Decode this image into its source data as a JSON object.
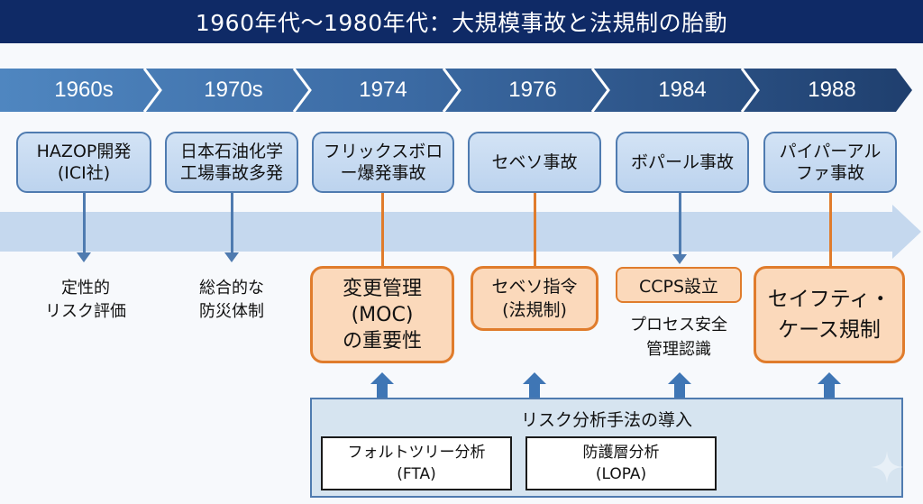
{
  "title": "1960年代〜1980年代：大規模事故と法規制の胎動",
  "timeline": [
    {
      "label": "1960s"
    },
    {
      "label": "1970s"
    },
    {
      "label": "1974"
    },
    {
      "label": "1976"
    },
    {
      "label": "1984"
    },
    {
      "label": "1988"
    }
  ],
  "events": [
    {
      "line1": "HAZOP開発",
      "line2": "(ICI社)"
    },
    {
      "line1": "日本石油化学",
      "line2": "工場事故多発"
    },
    {
      "line1": "フリックスボロ",
      "line2": "ー爆発事故"
    },
    {
      "line1": "セベソ事故",
      "line2": ""
    },
    {
      "line1": "ボパール事故",
      "line2": ""
    },
    {
      "line1": "パイパーアル",
      "line2": "ファ事故"
    }
  ],
  "outcomes": {
    "qualitative_risk": {
      "line1": "定性的",
      "line2": "リスク評価"
    },
    "disaster_prevention": {
      "line1": "総合的な",
      "line2": "防災体制"
    },
    "moc": {
      "line1": "変更管理",
      "line2": "(MOC)",
      "line3": "の重要性"
    },
    "seveso_directive": {
      "line1": "セベソ指令",
      "line2": "(法規制)"
    },
    "ccps": {
      "label": "CCPS設立",
      "note1": "プロセス安全",
      "note2": "管理認識"
    },
    "safety_case": {
      "line1": "セイフティ・",
      "line2": "ケース規制"
    }
  },
  "methods": {
    "title": "リスク分析手法の導入",
    "items": [
      {
        "line1": "フォルトツリー分析",
        "line2": "(FTA)"
      },
      {
        "line1": "防護層分析",
        "line2": "(LOPA)"
      }
    ]
  },
  "colors": {
    "title_bg": "#0f2a66",
    "chevron_light": "#4f86c0",
    "chevron_dark": "#1f3f6e",
    "event_border": "#4f7bb0",
    "highlight_orange": "#e07c2c",
    "highlight_fill": "#fbd9bb",
    "band": "#c5d8ee"
  }
}
